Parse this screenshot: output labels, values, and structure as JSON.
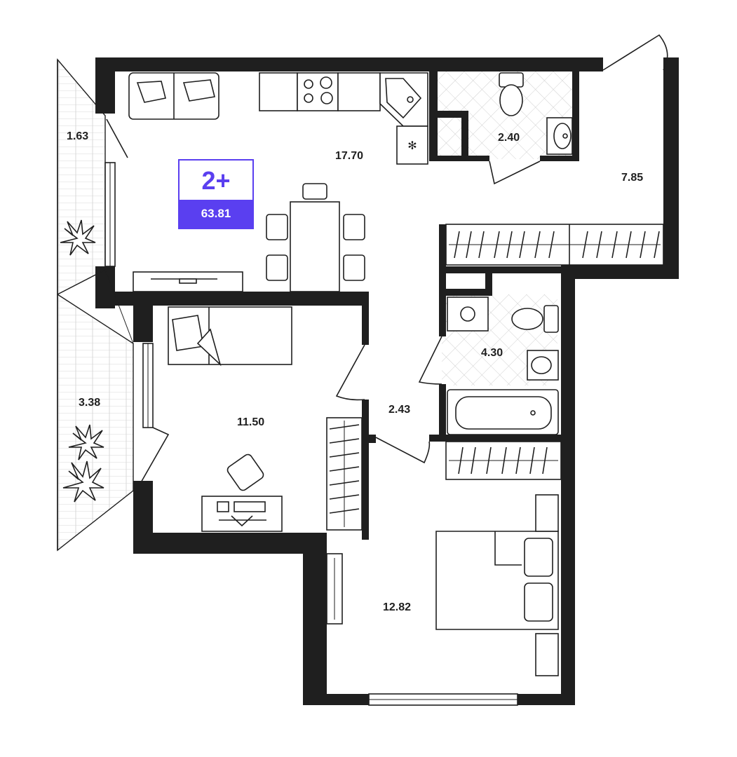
{
  "badge": {
    "rooms": "2+",
    "total_area": "63.81",
    "accent_color": "#5a3ff0"
  },
  "rooms": [
    {
      "id": "balcony-top",
      "area": "1.63"
    },
    {
      "id": "kitchen-living",
      "area": "17.70"
    },
    {
      "id": "bathroom-small",
      "area": "2.40"
    },
    {
      "id": "hallway",
      "area": "7.85"
    },
    {
      "id": "bathroom-large",
      "area": "4.30"
    },
    {
      "id": "corridor",
      "area": "2.43"
    },
    {
      "id": "bedroom-left",
      "area": "11.50"
    },
    {
      "id": "balcony-bottom",
      "area": "3.38"
    },
    {
      "id": "bedroom-main",
      "area": "12.82"
    }
  ],
  "icons": [
    "sofa-icon",
    "stove-icon",
    "sink-icon",
    "fridge-icon",
    "toilet-icon",
    "washbasin-icon",
    "dining-table-icon",
    "tv-stand-icon",
    "wardrobe-icon",
    "bathtub-icon",
    "washing-machine-icon",
    "bed-icon",
    "desk-icon",
    "office-chair-icon",
    "plant-icon"
  ]
}
